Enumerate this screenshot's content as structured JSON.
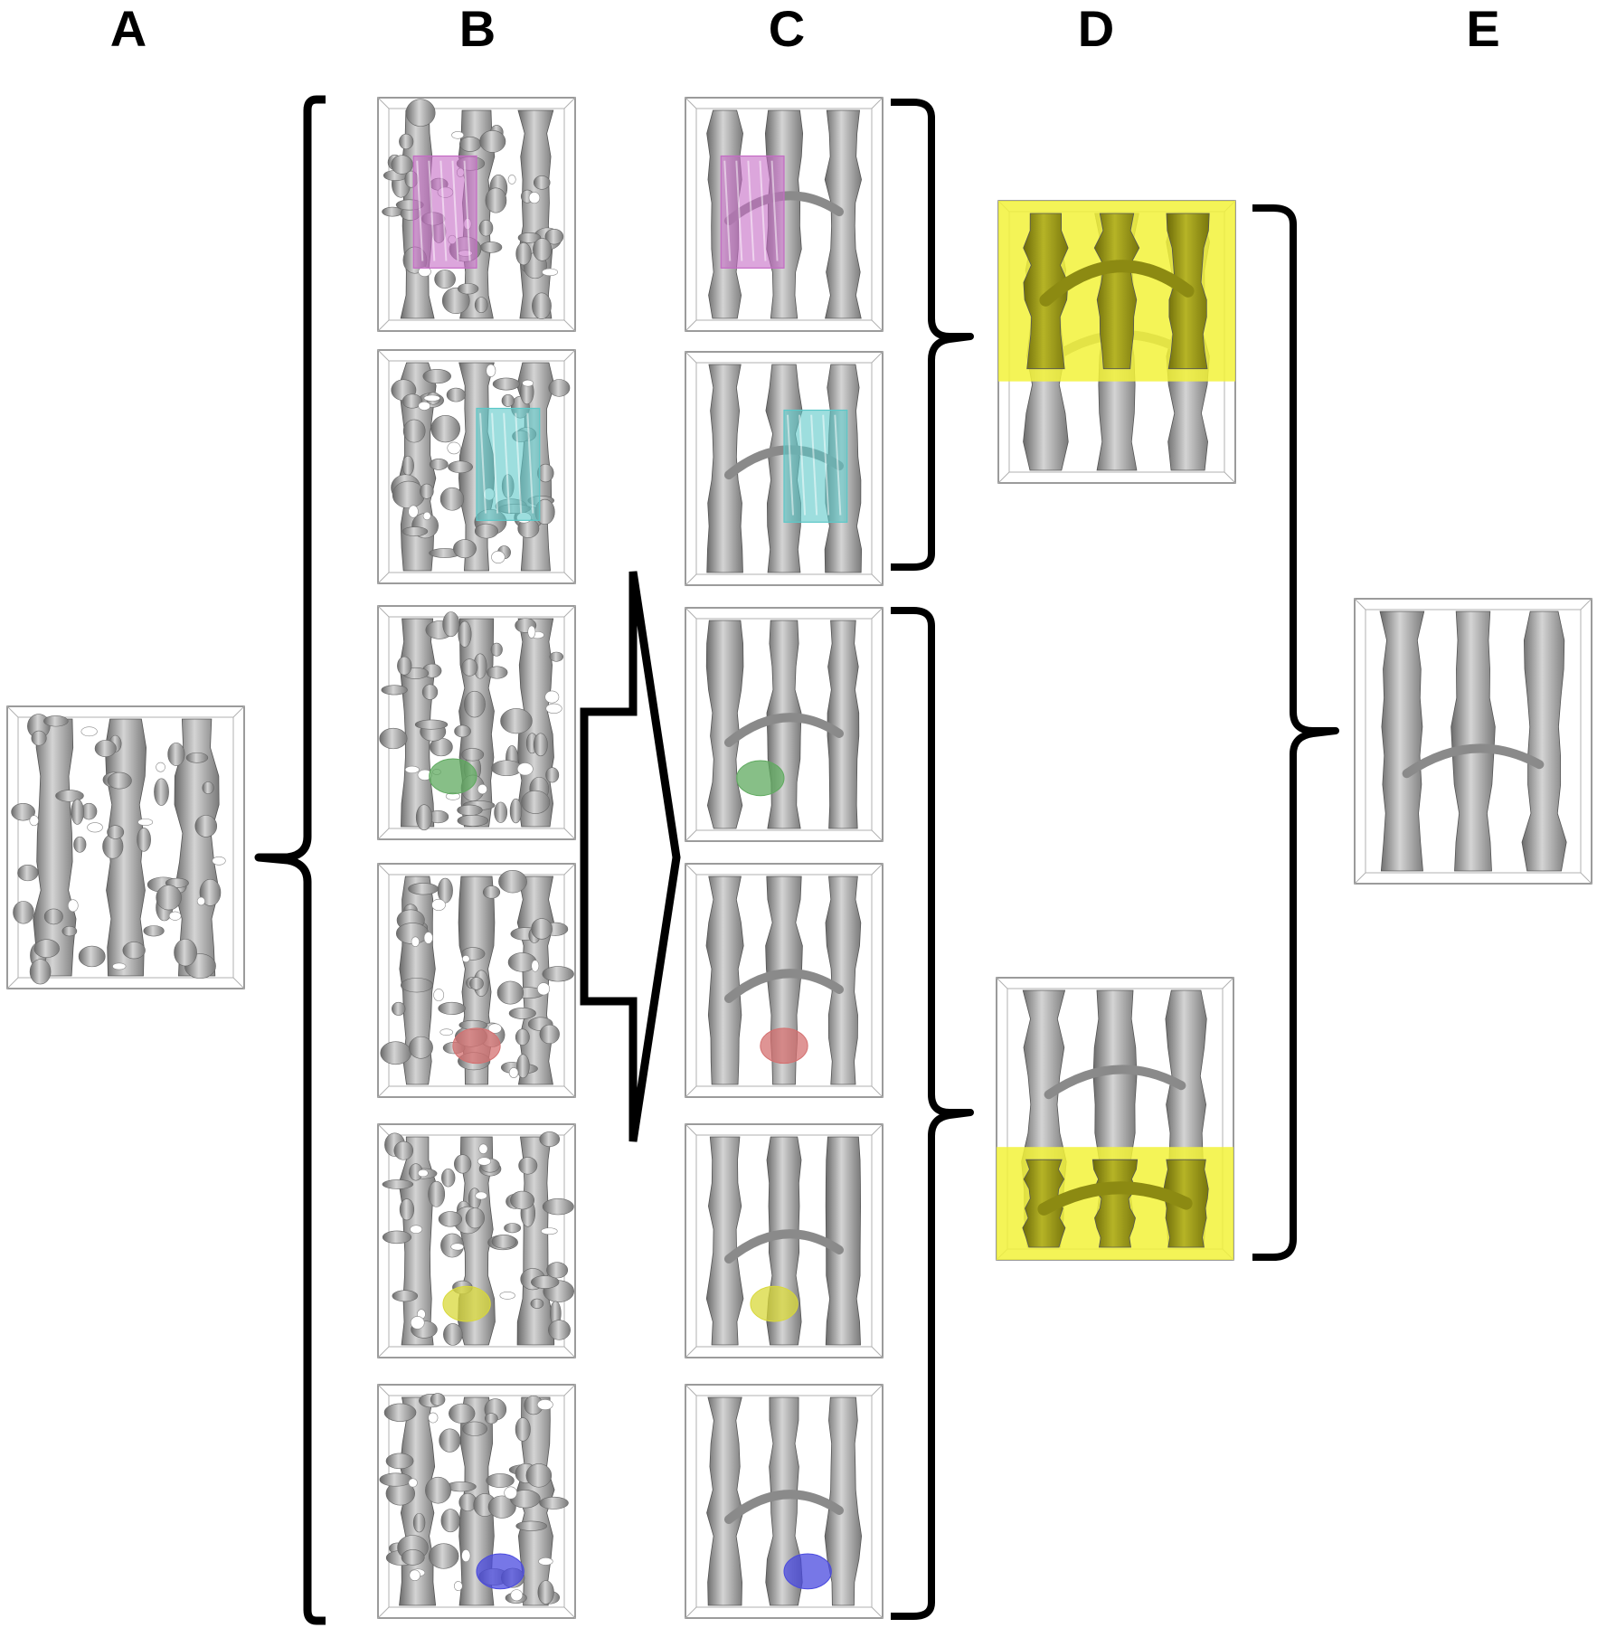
{
  "column_labels": {
    "a": "A",
    "b": "B",
    "c": "C",
    "d": "D",
    "e": "E"
  },
  "colors": {
    "density_gray": "#9c9c9c",
    "density_light": "#d4d4d4",
    "density_dark": "#6a6a6a",
    "box_outline": "#7a7a7a",
    "bracket": "#000000",
    "highlight_magenta": "#c46bc4",
    "highlight_cyan": "#5cc8c8",
    "highlight_green": "#5faa5f",
    "highlight_red": "#d47070",
    "highlight_yellow": "#d8d83a",
    "highlight_blue": "#4a4adf",
    "section_yellow": "#f2f23a",
    "section_olive": "#8c8a12"
  },
  "panels": {
    "a": {
      "name": "initial-map"
    },
    "b": [
      {
        "name": "mask-magenta",
        "highlight": "magenta",
        "shape": "slab"
      },
      {
        "name": "mask-cyan",
        "highlight": "cyan",
        "shape": "slab"
      },
      {
        "name": "mask-green",
        "highlight": "green",
        "shape": "blob"
      },
      {
        "name": "mask-red",
        "highlight": "red",
        "shape": "blob"
      },
      {
        "name": "mask-yellow",
        "highlight": "yellow",
        "shape": "blob"
      },
      {
        "name": "mask-blue",
        "highlight": "blue",
        "shape": "blob"
      }
    ],
    "c": [
      {
        "name": "refined-magenta",
        "highlight": "magenta",
        "shape": "slab"
      },
      {
        "name": "refined-cyan",
        "highlight": "cyan",
        "shape": "slab"
      },
      {
        "name": "refined-green",
        "highlight": "green",
        "shape": "blob"
      },
      {
        "name": "refined-red",
        "highlight": "red",
        "shape": "blob"
      },
      {
        "name": "refined-yellow",
        "highlight": "yellow",
        "shape": "blob"
      },
      {
        "name": "refined-blue",
        "highlight": "blue",
        "shape": "blob"
      }
    ],
    "d": [
      {
        "name": "composite-top",
        "yellow_region": "top"
      },
      {
        "name": "composite-bottom",
        "yellow_region": "bottom"
      }
    ],
    "e": {
      "name": "final-map"
    }
  }
}
